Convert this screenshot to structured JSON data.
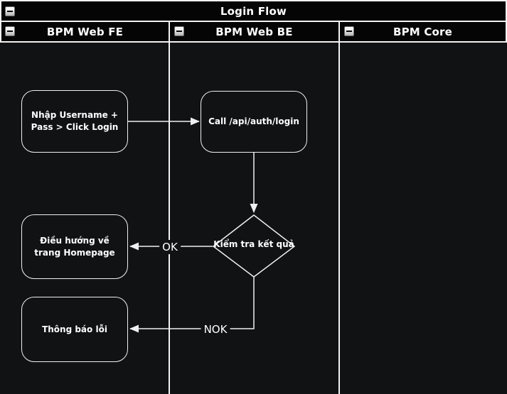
{
  "diagram": {
    "title": "Login Flow",
    "lanes": [
      {
        "label": "BPM Web FE"
      },
      {
        "label": "BPM Web BE"
      },
      {
        "label": "BPM Core"
      }
    ],
    "nodes": {
      "input": "Nhập Username + Pass > Click Login",
      "call": "Call /api/auth/login",
      "decision": "Kiểm tra kết quả",
      "homepage": "Điều hướng về trang Homepage",
      "error": "Thông báo lỗi"
    },
    "edge_labels": {
      "ok": "OK",
      "nok": "NOK"
    },
    "icons": {
      "collapse": "minus-collapse-icon"
    },
    "colors": {
      "background": "#111213",
      "bar": "#050505",
      "line": "#f0f0f0",
      "text": "#ffffff"
    }
  }
}
